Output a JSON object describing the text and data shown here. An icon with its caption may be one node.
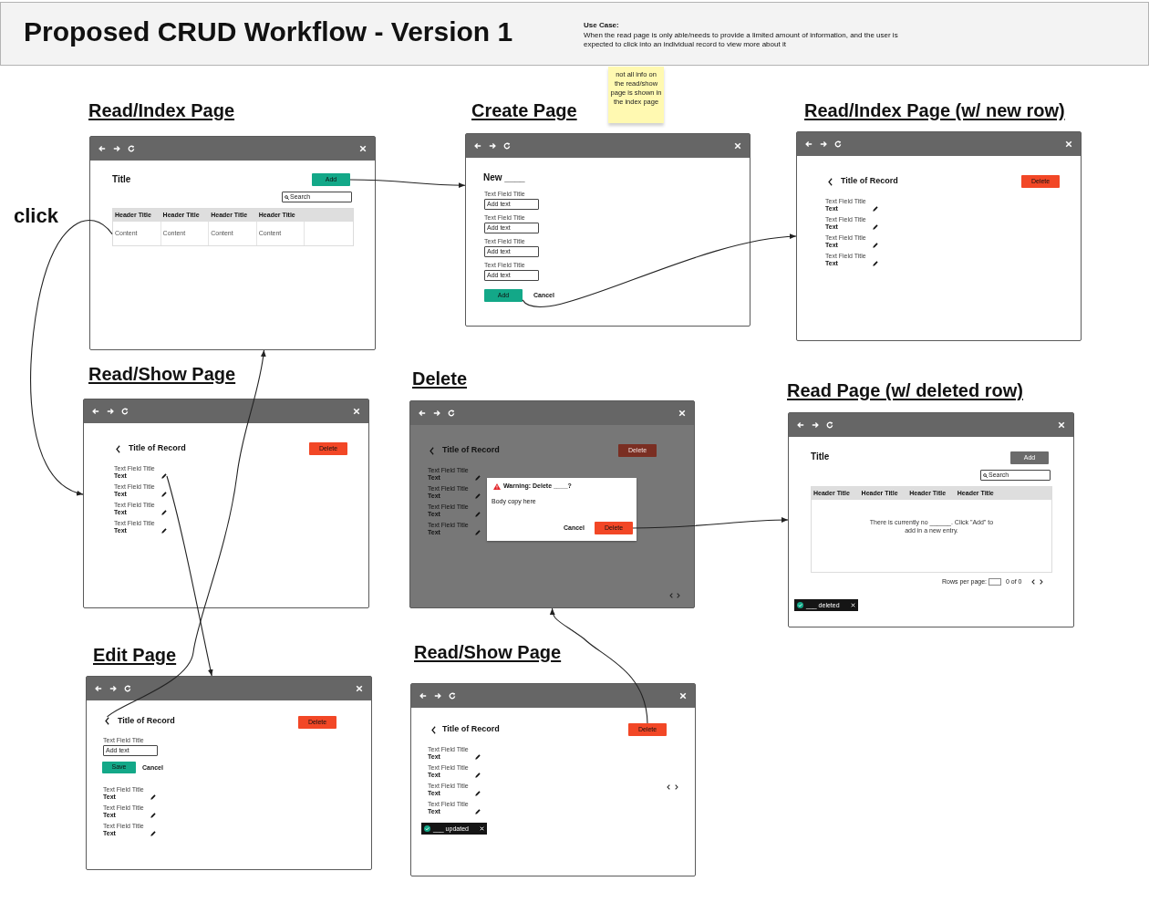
{
  "diagram": {
    "title": "Proposed CRUD Workflow - Version 1",
    "nodes": [
      {
        "text": [
          "Use Case:",
          "When the read page is only able/needs to provide a limited amount of information, and the user is expected to click into an individual record to view more about it"
        ]
      },
      {
        "text": [
          "not all info on the read/show page is shown in the index page"
        ]
      },
      {
        "text": [
          "Read/Index Page",
          "Title"
        ]
      },
      {
        "text": [
          "Add"
        ],
        "in": 2
      },
      {
        "text": [
          "Search"
        ],
        "in": 2
      },
      {
        "text": [
          "Header Title",
          "Header Title",
          "Header Title",
          "Header Title",
          "Content",
          "Content",
          "Content",
          "Content"
        ],
        "in": 2
      },
      {
        "text": [
          "Create Page",
          "New ____",
          "Text Field Title",
          "Text Field Title",
          "Text Field Title",
          "Text Field Title",
          "Cancel"
        ]
      },
      {
        "text": [
          "Add text"
        ],
        "in": 6
      },
      {
        "text": [
          "Add text"
        ],
        "in": 6
      },
      {
        "text": [
          "Add text"
        ],
        "in": 6
      },
      {
        "text": [
          "Add text"
        ],
        "in": 6
      },
      {
        "text": [
          "Add"
        ],
        "in": 6
      },
      {
        "text": [
          "Read/Index Page (w/ new row)",
          "Title of Record",
          "Text Field Title",
          "Text",
          "Text Field Title",
          "Text",
          "Text Field Title",
          "Text",
          "Text Field Title",
          "Text"
        ]
      },
      {
        "text": [
          "Delete"
        ],
        "in": 12
      },
      {
        "text": [
          "Read/Show Page",
          "Title of Record",
          "Text Field Title",
          "Text",
          "Text Field Title",
          "Text",
          "Text Field Title",
          "Text",
          "Text Field Title",
          "Text"
        ]
      },
      {
        "text": [
          "Delete"
        ],
        "in": 14
      },
      {
        "text": [],
        "shape": "pencil",
        "in": 14
      },
      {
        "text": [
          "Delete",
          "Title of Record",
          "Text Field Title",
          "Text",
          "Text Field Title",
          "Text",
          "Text Field Title",
          "Text",
          "Text Field Title",
          "Text"
        ]
      },
      {
        "text": [
          "Delete"
        ],
        "in": 17
      },
      {
        "text": [
          "Warning: Delete ____?",
          "Body copy here",
          "Cancel"
        ],
        "in": 17
      },
      {
        "text": [
          "Delete"
        ],
        "in": 19
      },
      {
        "text": [
          "Read Page (w/ deleted row)",
          "Title",
          "Rows per page:",
          "0 of 0"
        ]
      },
      {
        "text": [
          "Add"
        ],
        "in": 21
      },
      {
        "text": [
          "Search"
        ],
        "in": 21
      },
      {
        "text": [
          "Header Title",
          "Header Title",
          "Header Title",
          "Header Title",
          "There is currently no ______. Click \"Add\" to add in a new entry."
        ],
        "in": 21
      },
      {
        "text": [
          "___ deleted"
        ],
        "in": 21
      },
      {
        "text": [
          "Edit Page",
          "Title of Record",
          "Text Field Title",
          "Cancel",
          "Text Field Title",
          "Text",
          "Text Field Title",
          "Text",
          "Text Field Title",
          "Text"
        ]
      },
      {
        "text": [],
        "shape": "chevron",
        "in": 26
      },
      {
        "text": [
          "Delete"
        ],
        "in": 26
      },
      {
        "text": [
          "Add text"
        ],
        "in": 26
      },
      {
        "text": [
          "Save"
        ],
        "in": 26
      },
      {
        "text": [
          "Read/Show Page",
          "Title of Record",
          "Text Field Title",
          "Text",
          "Text Field Title",
          "Text",
          "Text Field Title",
          "Text",
          "Text Field Title",
          "Text"
        ]
      },
      {
        "text": [
          "Delete"
        ],
        "in": 31
      },
      {
        "text": [
          "___ updated"
        ],
        "in": 31
      }
    ],
    "edges": [
      {
        "from": 3,
        "to": 6,
        "arrow": "to"
      },
      {
        "from": 11,
        "to": 12,
        "arrow": "to"
      },
      {
        "from": 5,
        "to": 14,
        "arrow": "to",
        "label": "click"
      },
      {
        "from": 16,
        "to": 26,
        "arrow": "to"
      },
      {
        "from": 27,
        "to": 2,
        "arrow": "to"
      },
      {
        "from": 32,
        "to": 17,
        "arrow": "to"
      },
      {
        "from": 20,
        "to": 21,
        "arrow": "to"
      }
    ]
  }
}
